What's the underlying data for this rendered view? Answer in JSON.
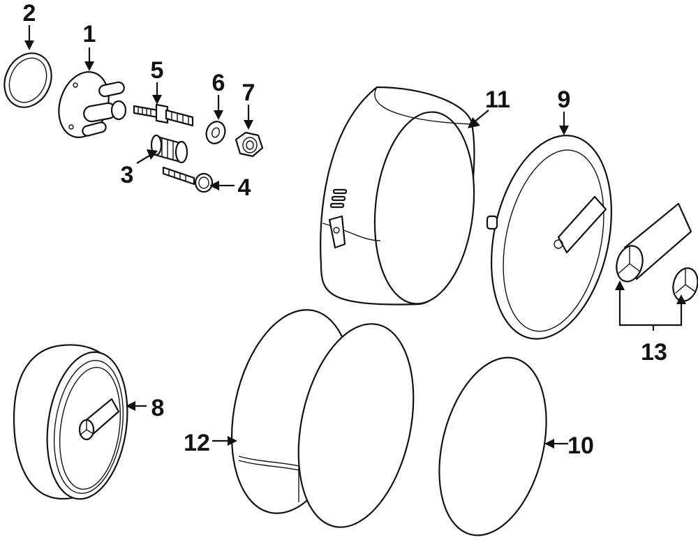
{
  "diagram": {
    "callouts": [
      {
        "id": "1",
        "text": "1"
      },
      {
        "id": "2",
        "text": "2"
      },
      {
        "id": "3",
        "text": "3"
      },
      {
        "id": "4",
        "text": "4"
      },
      {
        "id": "5",
        "text": "5"
      },
      {
        "id": "6",
        "text": "6"
      },
      {
        "id": "7",
        "text": "7"
      },
      {
        "id": "8",
        "text": "8"
      },
      {
        "id": "9",
        "text": "9"
      },
      {
        "id": "10",
        "text": "10"
      },
      {
        "id": "11",
        "text": "11"
      },
      {
        "id": "12",
        "text": "12"
      },
      {
        "id": "13",
        "text": "13"
      }
    ]
  },
  "colors": {
    "line": "#111111",
    "background": "#ffffff"
  }
}
